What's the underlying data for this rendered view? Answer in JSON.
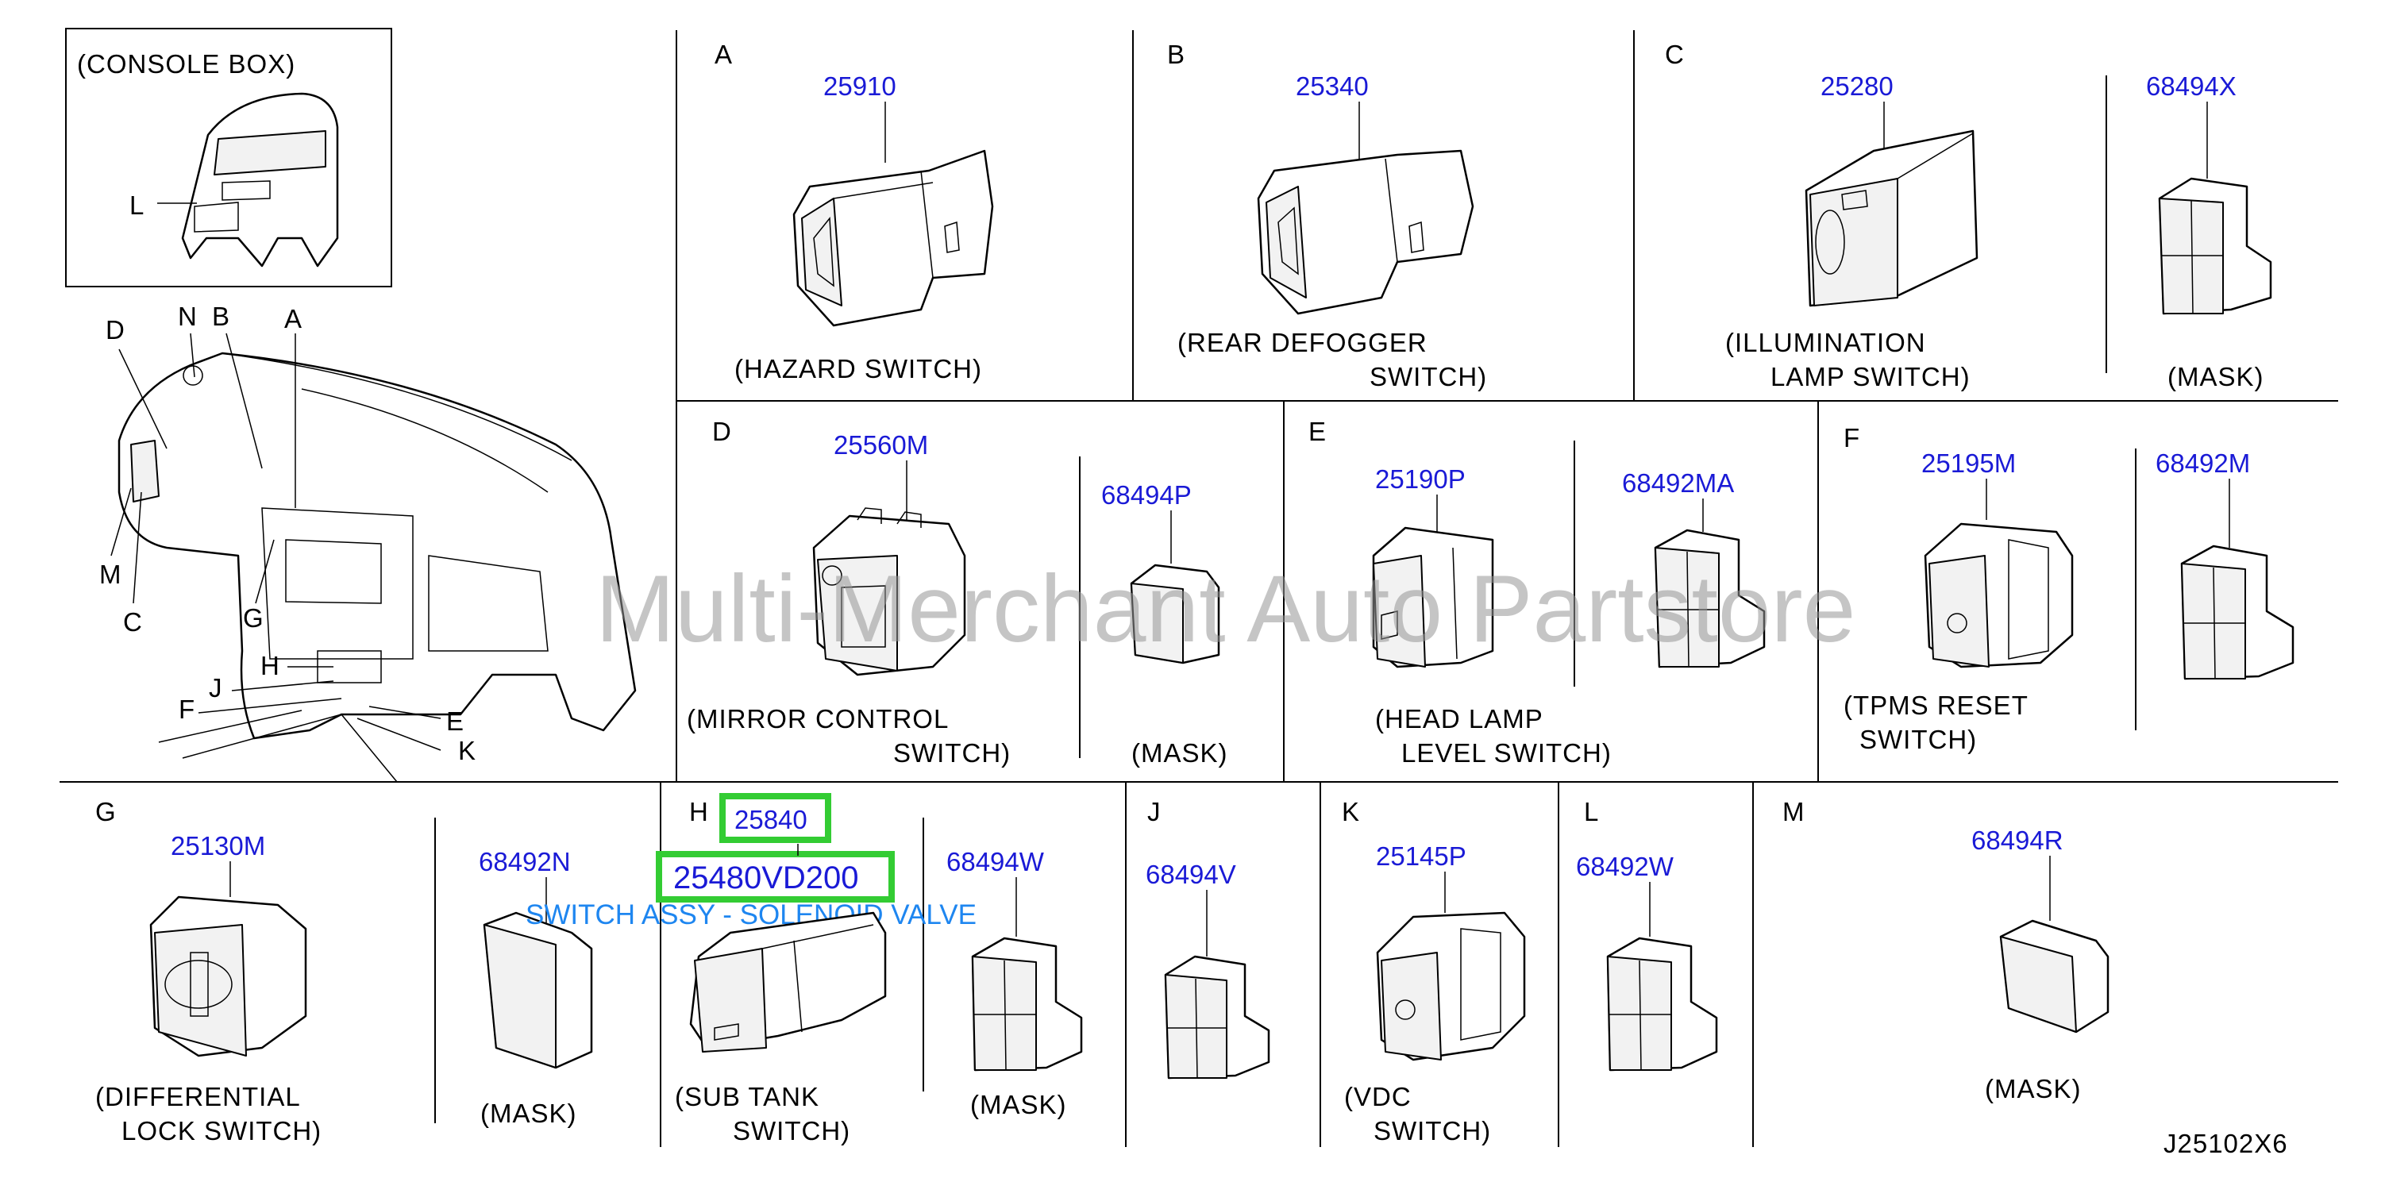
{
  "console_box_label": "(CONSOLE  BOX)",
  "locator_letters": {
    "L": "L",
    "D": "D",
    "N": "N",
    "B": "B",
    "A": "A",
    "M": "M",
    "C": "C",
    "G": "G",
    "H": "H",
    "J": "J",
    "F": "F",
    "E": "E",
    "K": "K"
  },
  "sections": [
    {
      "id": "A",
      "letter": "A",
      "parts": [
        {
          "number": "25910",
          "label": [
            "(HAZARD  SWITCH)"
          ]
        }
      ]
    },
    {
      "id": "B",
      "letter": "B",
      "parts": [
        {
          "number": "25340",
          "label": [
            "(REAR  DEFOGGER",
            "SWITCH)"
          ]
        }
      ]
    },
    {
      "id": "C",
      "letter": "C",
      "parts": [
        {
          "number": "25280",
          "label": [
            "(ILLUMINATION",
            "LAMP  SWITCH)"
          ]
        },
        {
          "number": "68494X",
          "label": [
            "(MASK)"
          ]
        }
      ]
    },
    {
      "id": "D",
      "letter": "D",
      "parts": [
        {
          "number": "25560M",
          "label": [
            "(MIRROR  CONTROL",
            "SWITCH)"
          ]
        },
        {
          "number": "68494P",
          "label": [
            "(MASK)"
          ]
        }
      ]
    },
    {
      "id": "E",
      "letter": "E",
      "parts": [
        {
          "number": "25190P",
          "label": [
            "(HEAD  LAMP",
            "LEVEL  SWITCH)"
          ]
        },
        {
          "number": "68492MA",
          "label": []
        }
      ]
    },
    {
      "id": "F",
      "letter": "F",
      "parts": [
        {
          "number": "25195M",
          "label": [
            "(TPMS  RESET",
            "SWITCH)"
          ]
        },
        {
          "number": "68492M",
          "label": []
        }
      ]
    },
    {
      "id": "G",
      "letter": "G",
      "parts": [
        {
          "number": "25130M",
          "label": [
            "(DIFFERENTIAL",
            "LOCK  SWITCH)"
          ]
        },
        {
          "number": "68492N",
          "label": [
            "(MASK)"
          ]
        }
      ]
    },
    {
      "id": "H",
      "letter": "H",
      "parts": [
        {
          "number": "25840",
          "label": [
            "(SUB  TANK",
            "SWITCH)"
          ]
        },
        {
          "number": "68494W",
          "label": [
            "(MASK)"
          ]
        }
      ]
    },
    {
      "id": "J",
      "letter": "J",
      "parts": [
        {
          "number": "68494V",
          "label": []
        }
      ]
    },
    {
      "id": "K",
      "letter": "K",
      "parts": [
        {
          "number": "25145P",
          "label": [
            "(VDC",
            "SWITCH)"
          ]
        }
      ]
    },
    {
      "id": "L",
      "letter": "L",
      "parts": [
        {
          "number": "68492W",
          "label": []
        }
      ]
    },
    {
      "id": "M",
      "letter": "M",
      "parts": [
        {
          "number": "68494R",
          "label": [
            "(MASK)"
          ]
        }
      ]
    }
  ],
  "highlight": {
    "part_number": "25480VD200",
    "description": "SWITCH ASSY - SOLENOID VALVE",
    "highlight_color": "#33cc33"
  },
  "watermark": "Multi-Merchant Auto Partstore",
  "diagram_code": "J25102X6",
  "colors": {
    "part_number": "#1a1ad6",
    "description": "#1e86f0",
    "lines": "#000000"
  }
}
